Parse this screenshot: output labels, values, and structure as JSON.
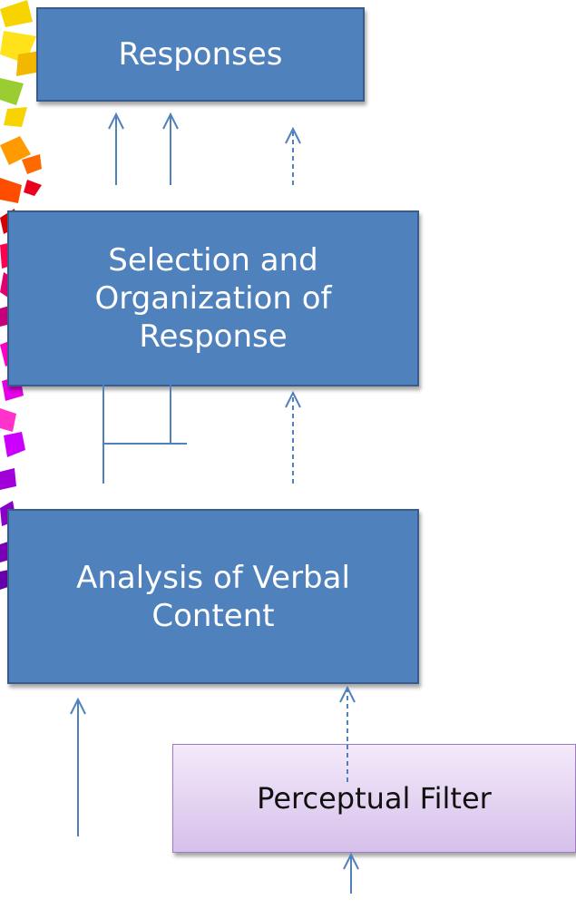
{
  "diagram": {
    "nodes": {
      "responses": "Responses",
      "selection": "Selection and Organization of Response",
      "analysis": "Analysis of Verbal Content",
      "filter": "Perceptual Filter"
    },
    "colors": {
      "box_fill": "#4f81bd",
      "box_border": "#385d8a",
      "filter_fill_top": "#f3eafa",
      "filter_fill_bottom": "#d6c0ea",
      "arrow": "#4f81bd"
    }
  }
}
